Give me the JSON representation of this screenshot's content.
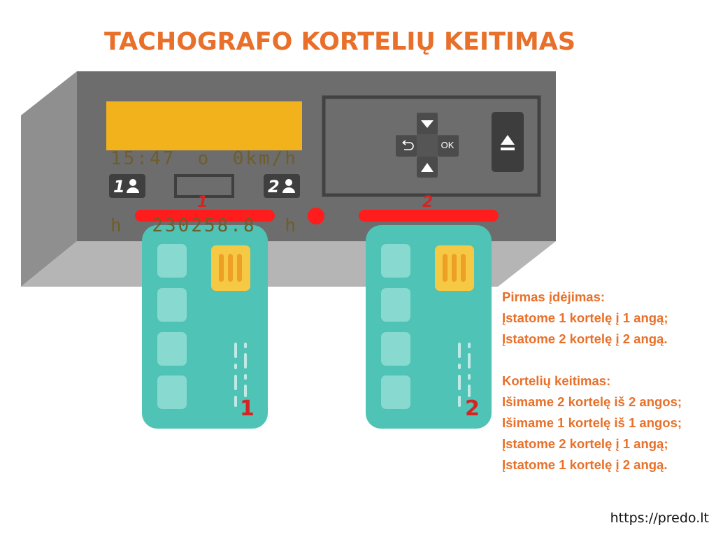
{
  "title": "TACHOGRAFO KORTELIŲ KEITIMAS",
  "display": {
    "line1_time": "15:47",
    "line1_mode": "o",
    "line1_speed": "0km/h",
    "line2_left": "h",
    "line2_value": "230258.8",
    "line2_right": "h"
  },
  "device": {
    "driver1_button": "1",
    "driver2_button": "2",
    "ok_label": "OK",
    "slot1_label": "1",
    "slot2_label": "2"
  },
  "cards": [
    {
      "number": "1"
    },
    {
      "number": "2"
    }
  ],
  "instructions": {
    "first_heading": "Pirmas įdėjimas:",
    "first_steps": [
      "Įstatome 1 kortelę į 1 angą;",
      "Įstatome 2 kortelę į 2 angą."
    ],
    "swap_heading": "Kortelių keitimas:",
    "swap_steps": [
      "Išimame 2 kortelę iš 2 angos;",
      "Išimame 1 kortelę iš 1 angos;",
      "Įstatome 2 kortelę į 1 angą;",
      "Įstatome 1 kortelę į 2 angą."
    ]
  },
  "footer": {
    "url": "https://predo.lt"
  },
  "colors": {
    "title": "#e8702a",
    "device_front": "#6c6c6c",
    "device_side": "#8f8f8f",
    "device_bottom": "#b3b3b3",
    "lcd": "#f2b21b",
    "slot": "#ff1c1c",
    "card": "#4fc3b5",
    "chip": "#f6c945",
    "label_red": "#d42424"
  }
}
